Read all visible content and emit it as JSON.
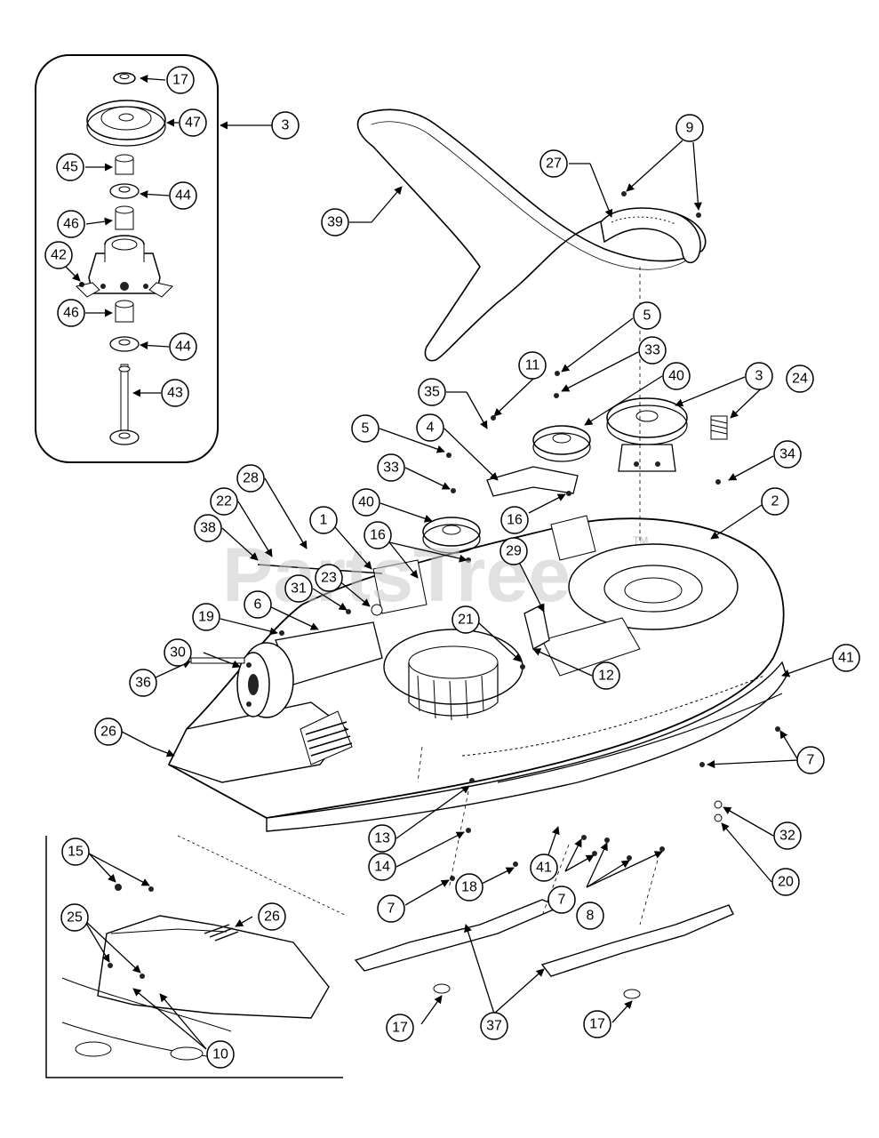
{
  "watermark": {
    "text": "PartsTree",
    "tm": "TM"
  },
  "callouts": [
    {
      "id": "c-17-top",
      "label": "17"
    },
    {
      "id": "c-47",
      "label": "47"
    },
    {
      "id": "c-3-top",
      "label": "3"
    },
    {
      "id": "c-45",
      "label": "45"
    },
    {
      "id": "c-44-top",
      "label": "44"
    },
    {
      "id": "c-46-top",
      "label": "46"
    },
    {
      "id": "c-42",
      "label": "42"
    },
    {
      "id": "c-46-bot",
      "label": "46"
    },
    {
      "id": "c-44-bot",
      "label": "44"
    },
    {
      "id": "c-43",
      "label": "43"
    },
    {
      "id": "c-9",
      "label": "9"
    },
    {
      "id": "c-27",
      "label": "27"
    },
    {
      "id": "c-39",
      "label": "39"
    },
    {
      "id": "c-5-right",
      "label": "5"
    },
    {
      "id": "c-33-right",
      "label": "33"
    },
    {
      "id": "c-11",
      "label": "11"
    },
    {
      "id": "c-40-right",
      "label": "40"
    },
    {
      "id": "c-3-mid",
      "label": "3"
    },
    {
      "id": "c-35",
      "label": "35"
    },
    {
      "id": "c-24",
      "label": "24"
    },
    {
      "id": "c-5-left",
      "label": "5"
    },
    {
      "id": "c-4",
      "label": "4"
    },
    {
      "id": "c-34",
      "label": "34"
    },
    {
      "id": "c-33-left",
      "label": "33"
    },
    {
      "id": "c-28",
      "label": "28"
    },
    {
      "id": "c-22",
      "label": "22"
    },
    {
      "id": "c-40-left",
      "label": "40"
    },
    {
      "id": "c-16-right",
      "label": "16"
    },
    {
      "id": "c-2",
      "label": "2"
    },
    {
      "id": "c-38",
      "label": "38"
    },
    {
      "id": "c-1",
      "label": "1"
    },
    {
      "id": "c-16-left",
      "label": "16"
    },
    {
      "id": "c-29",
      "label": "29"
    },
    {
      "id": "c-31",
      "label": "31"
    },
    {
      "id": "c-23",
      "label": "23"
    },
    {
      "id": "c-6",
      "label": "6"
    },
    {
      "id": "c-19",
      "label": "19"
    },
    {
      "id": "c-21",
      "label": "21"
    },
    {
      "id": "c-30",
      "label": "30"
    },
    {
      "id": "c-41-right",
      "label": "41"
    },
    {
      "id": "c-36",
      "label": "36"
    },
    {
      "id": "c-12",
      "label": "12"
    },
    {
      "id": "c-26-main",
      "label": "26"
    },
    {
      "id": "c-7-right",
      "label": "7"
    },
    {
      "id": "c-13",
      "label": "13"
    },
    {
      "id": "c-32",
      "label": "32"
    },
    {
      "id": "c-15",
      "label": "15"
    },
    {
      "id": "c-14",
      "label": "14"
    },
    {
      "id": "c-20",
      "label": "20"
    },
    {
      "id": "c-18",
      "label": "18"
    },
    {
      "id": "c-41-bot",
      "label": "41"
    },
    {
      "id": "c-25",
      "label": "25"
    },
    {
      "id": "c-26-inset",
      "label": "26"
    },
    {
      "id": "c-7-left",
      "label": "7"
    },
    {
      "id": "c-7-mid",
      "label": "7"
    },
    {
      "id": "c-8",
      "label": "8"
    },
    {
      "id": "c-37",
      "label": "37"
    },
    {
      "id": "c-17-left",
      "label": "17"
    },
    {
      "id": "c-17-right",
      "label": "17"
    },
    {
      "id": "c-10",
      "label": "10"
    }
  ]
}
